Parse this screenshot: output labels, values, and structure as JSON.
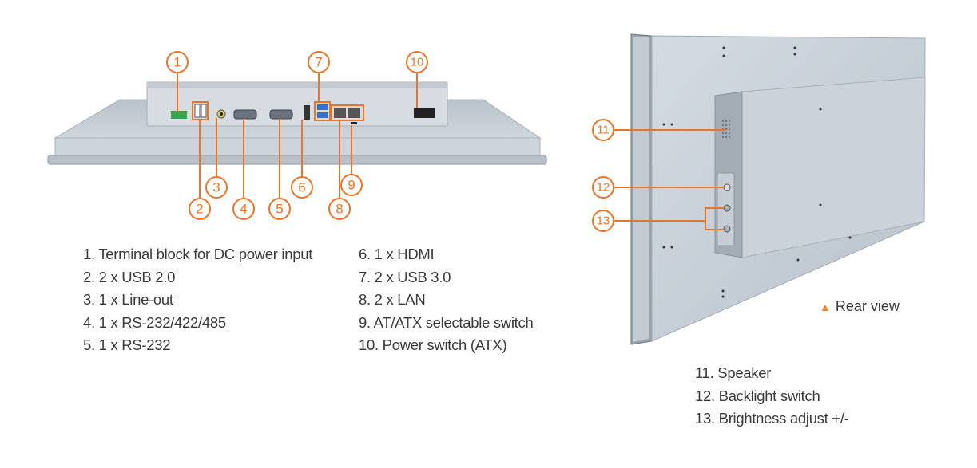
{
  "bottom_view": {
    "callouts": [
      "1",
      "2",
      "3",
      "4",
      "5",
      "6",
      "7",
      "8",
      "9",
      "10"
    ]
  },
  "rear_view": {
    "label": "Rear view",
    "callouts": [
      "11",
      "12",
      "13"
    ]
  },
  "legend_left": [
    "1. Terminal block for DC power input",
    "2. 2 x USB 2.0",
    "3. 1 x Line-out",
    "4. 1 x RS-232/422/485",
    "5. 1 x RS-232"
  ],
  "legend_middle": [
    "6. 1 x HDMI",
    "7. 2 x USB 3.0",
    "8. 2 x LAN",
    "9. AT/ATX selectable switch",
    "10. Power switch (ATX)"
  ],
  "legend_rear": [
    "11. Speaker",
    "12. Backlight switch",
    "13. Brightness adjust +/-"
  ],
  "colors": {
    "accent": "#e8752a",
    "chassis": "#c9d0d8",
    "text": "#3a3a3a"
  }
}
